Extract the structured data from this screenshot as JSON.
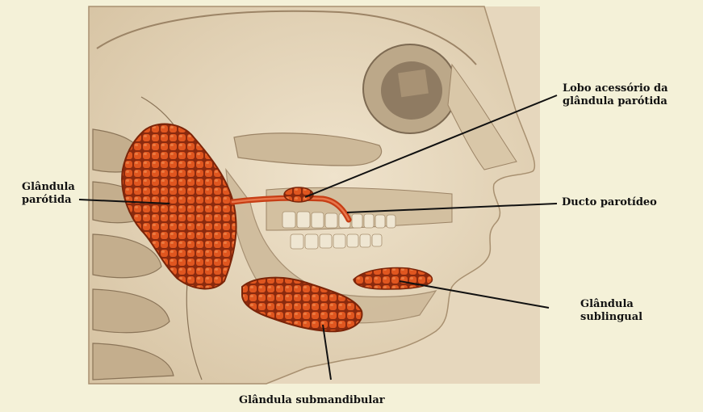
{
  "labels": {
    "parotid": [
      "Glândula",
      "parótida"
    ],
    "accessory_lobe": [
      "Lobo acessório da",
      "glândula parótida"
    ],
    "parotid_duct": [
      "Ducto parotídeo"
    ],
    "sublingual": [
      "Glândula",
      "sublingual"
    ],
    "submandibular": [
      "Glândula submandibular"
    ]
  },
  "colors": {
    "background": "#f4f1d8",
    "illustration_bg": "#e9dcc4",
    "bone": "#c9b499",
    "gland": "#d9481f",
    "gland_dark": "#8a2a0e",
    "leader_line": "#111111"
  }
}
